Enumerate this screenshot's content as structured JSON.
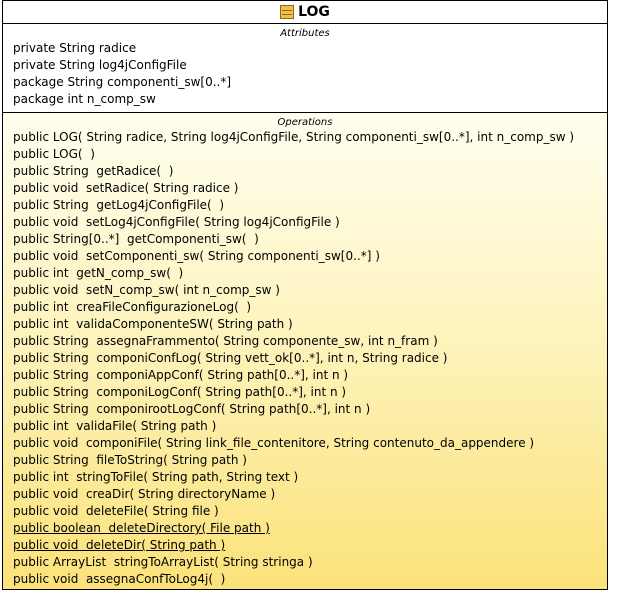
{
  "class_box": {
    "name": "LOG",
    "icon": "class-icon",
    "attributes_title": "Attributes",
    "operations_title": "Operations",
    "attributes": [
      "private String radice",
      "private String log4jConfigFile",
      "package String componenti_sw[0..*]",
      "package int n_comp_sw"
    ],
    "operations": [
      {
        "text": "public LOG( String radice, String log4jConfigFile, String componenti_sw[0..*], int n_comp_sw )",
        "static": false
      },
      {
        "text": "public LOG(  )",
        "static": false
      },
      {
        "text": "public String  getRadice(  )",
        "static": false
      },
      {
        "text": "public void  setRadice( String radice )",
        "static": false
      },
      {
        "text": "public String  getLog4jConfigFile(  )",
        "static": false
      },
      {
        "text": "public void  setLog4jConfigFile( String log4jConfigFile )",
        "static": false
      },
      {
        "text": "public String[0..*]  getComponenti_sw(  )",
        "static": false
      },
      {
        "text": "public void  setComponenti_sw( String componenti_sw[0..*] )",
        "static": false
      },
      {
        "text": "public int  getN_comp_sw(  )",
        "static": false
      },
      {
        "text": "public void  setN_comp_sw( int n_comp_sw )",
        "static": false
      },
      {
        "text": "public int  creaFileConfigurazioneLog(  )",
        "static": false
      },
      {
        "text": "public int  validaComponenteSW( String path )",
        "static": false
      },
      {
        "text": "public String  assegnaFrammento( String componente_sw, int n_fram )",
        "static": false
      },
      {
        "text": "public String  componiConfLog( String vett_ok[0..*], int n, String radice )",
        "static": false
      },
      {
        "text": "public String  componiAppConf( String path[0..*], int n )",
        "static": false
      },
      {
        "text": "public String  componiLogConf( String path[0..*], int n )",
        "static": false
      },
      {
        "text": "public String  componirootLogConf( String path[0..*], int n )",
        "static": false
      },
      {
        "text": "public int  validaFile( String path )",
        "static": false
      },
      {
        "text": "public void  componiFile( String link_file_contenitore, String contenuto_da_appendere )",
        "static": false
      },
      {
        "text": "public String  fileToString( String path )",
        "static": false
      },
      {
        "text": "public int  stringToFile( String path, String text )",
        "static": false
      },
      {
        "text": "public void  creaDir( String directoryName )",
        "static": false
      },
      {
        "text": "public void  deleteFile( String file )",
        "static": false
      },
      {
        "text": "public boolean  deleteDirectory( File path )",
        "static": true
      },
      {
        "text": "public void  deleteDir( String path )",
        "static": true
      },
      {
        "text": "public ArrayList  stringToArrayList( String stringa )",
        "static": false
      },
      {
        "text": "public void  assegnaConfToLog4j(  )",
        "static": false
      }
    ]
  }
}
